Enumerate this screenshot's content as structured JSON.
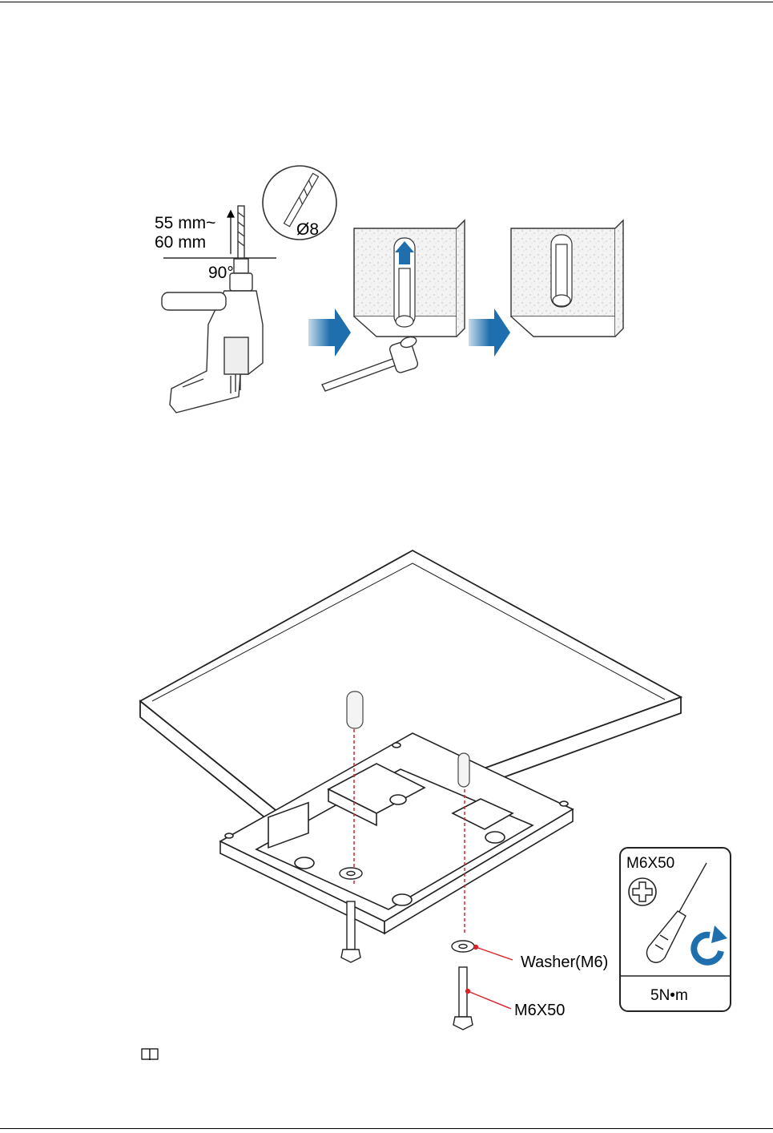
{
  "figure1": {
    "depth_line1": "55 mm~",
    "depth_line2": "60 mm",
    "angle": "90°",
    "drill_bit": "Ø8"
  },
  "figure2": {
    "washer_label": "Washer(M6)",
    "screw_label": "M6X50",
    "callout_screw": "M6X50",
    "callout_torque": "5N•m"
  },
  "colors": {
    "arrow_blue": "#1f6fae",
    "guide_red": "#d9222a"
  },
  "icons": [
    "electric-drill-icon",
    "drill-bit-icon",
    "hammer-icon",
    "screwdriver-icon",
    "rotate-clockwise-icon",
    "phillips-head-icon",
    "book-note-icon"
  ]
}
